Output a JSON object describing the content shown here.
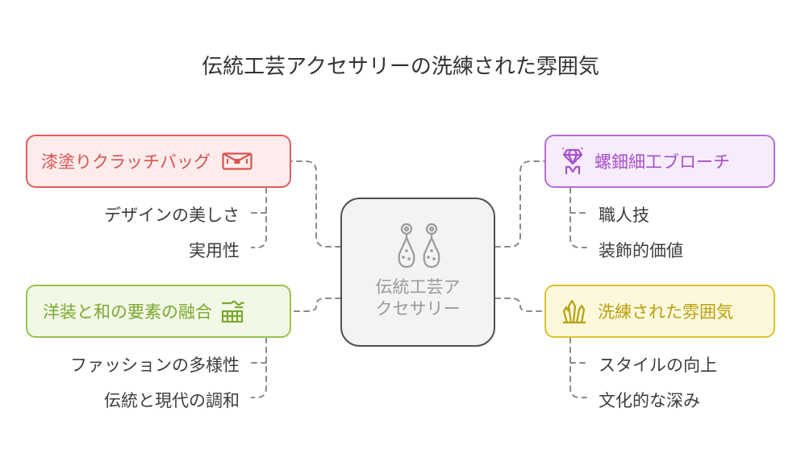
{
  "title": "伝統工芸アクセサリーの洗練された雰囲気",
  "center": {
    "line1": "伝統工芸ア",
    "line2": "クセサリー",
    "icon": "earrings-icon"
  },
  "branches": {
    "top_left": {
      "label": "漆塗りクラッチバッグ",
      "icon": "clutch-bag-icon",
      "color": "#e25c5c",
      "items": [
        "デザインの美しさ",
        "実用性"
      ]
    },
    "bottom_left": {
      "label": "洋装と和の要素の融合",
      "icon": "garment-icon",
      "color": "#97c34a",
      "items": [
        "ファッションの多様性",
        "伝統と現代の調和"
      ]
    },
    "top_right": {
      "label": "螺鈿細工ブローチ",
      "icon": "gem-brooch-icon",
      "color": "#b56dd6",
      "items": [
        "職人技",
        "装飾的価値"
      ]
    },
    "bottom_right": {
      "label": "洗練された雰囲気",
      "icon": "crystals-icon",
      "color": "#dcc42a",
      "items": [
        "スタイルの向上",
        "文化的な深み"
      ]
    }
  }
}
